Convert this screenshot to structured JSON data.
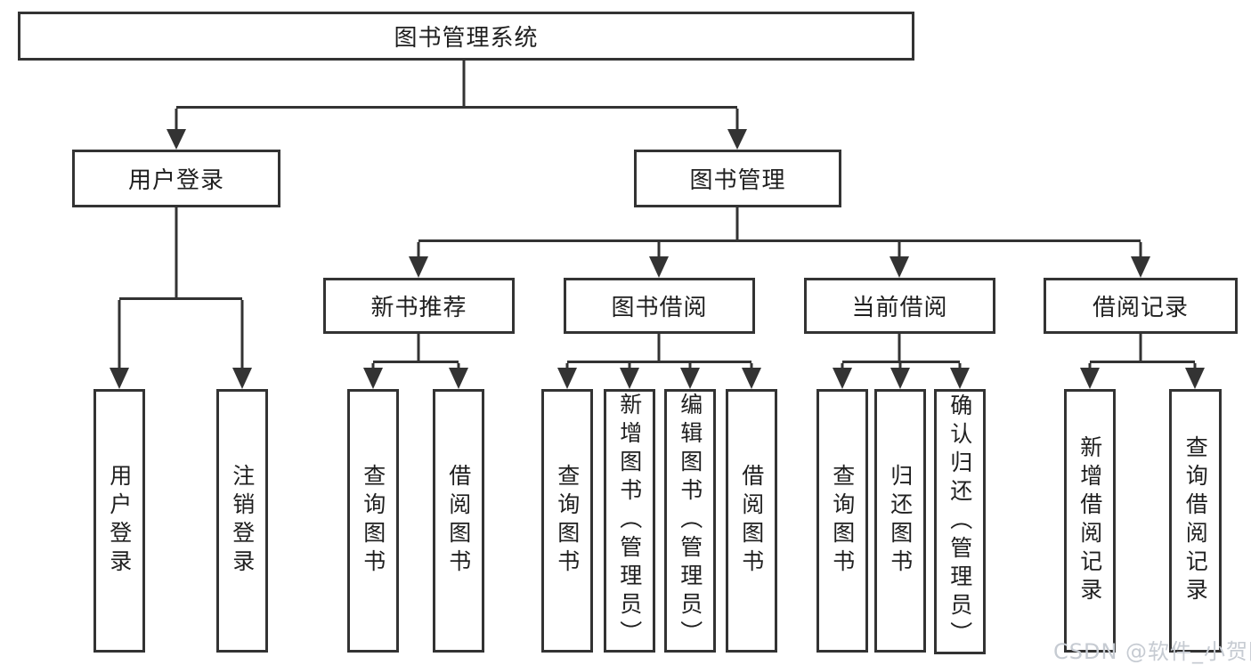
{
  "diagram_title": "图书管理系统",
  "nodes": {
    "root": "图书管理系统",
    "user_login": "用户登录",
    "book_management": "图书管理",
    "new_book_recommend": "新书推荐",
    "book_borrowing": "图书借阅",
    "current_borrowing": "当前借阅",
    "borrowing_records": "借阅记录",
    "leaf_user_login": "用户登录",
    "leaf_logout": "注销登录",
    "leaf_query_books_recommend": "查询图书",
    "leaf_borrow_books_recommend": "借阅图书",
    "leaf_query_books_borrowing": "查询图书",
    "leaf_add_books_admin": "新增图书（管理员）",
    "leaf_edit_books_admin": "编辑图书（管理员）",
    "leaf_borrow_books_borrowing": "借阅图书",
    "leaf_query_books_current": "查询图书",
    "leaf_return_books": "归还图书",
    "leaf_confirm_return_admin": "确认归还（管理员）",
    "leaf_add_borrow_record": "新增借阅记录",
    "leaf_query_borrow_record": "查询借阅记录"
  },
  "watermark": "CSDN @软件_小贺同学",
  "colors": {
    "line": "#333333",
    "box_border": "#333333",
    "text": "#1f1f1f",
    "background": "#ffffff",
    "watermark": "#c6cbd2"
  }
}
